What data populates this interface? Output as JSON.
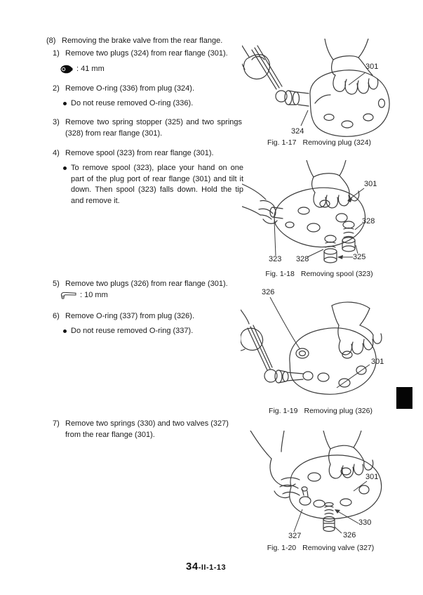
{
  "content": {
    "heading": {
      "num": "(8)",
      "text": "Removing the brake valve from the rear flange."
    },
    "steps": [
      {
        "num": "1)",
        "text": "Remove two plugs (324) from rear flange (301)."
      },
      {
        "num": "2)",
        "text": "Remove O-ring (336) from plug (324)."
      },
      {
        "num": "3)",
        "text": "Remove two spring stopper (325) and two springs (328) from rear flange (301)."
      },
      {
        "num": "4)",
        "text": "Remove spool (323) from rear flange (301)."
      },
      {
        "num": "5)",
        "text": "Remove two plugs (326) from rear flange (301)."
      },
      {
        "num": "6)",
        "text": "Remove O-ring (337) from plug (326)."
      },
      {
        "num": "7)",
        "text": "Remove two springs (330) and two valves (327) from the rear flange (301)."
      }
    ],
    "notes": [
      {
        "text": "Do not reuse removed O-ring (336)."
      },
      {
        "text": "To remove spool (323), place your hand on one part of the plug port of rear flange (301) and tilt it down. Then spool (323) falls down. Hold the tip and remove it."
      },
      {
        "text": "Do not reuse removed O-ring (337)."
      }
    ],
    "tools": [
      {
        "icon": "socket-wrench-icon",
        "text": ": 41 mm"
      },
      {
        "icon": "hex-key-icon",
        "text": ": 10 mm"
      }
    ]
  },
  "figures": [
    {
      "fig": "Fig. 1-17",
      "caption": "Removing plug (324)",
      "labels": [
        "301",
        "324"
      ]
    },
    {
      "fig": "Fig. 1-18",
      "caption": "Removing spool (323)",
      "labels": [
        "301",
        "328",
        "323",
        "328",
        "325"
      ]
    },
    {
      "fig": "Fig. 1-19",
      "caption": "Removing plug (326)",
      "labels": [
        "326",
        "301"
      ]
    },
    {
      "fig": "Fig. 1-20",
      "caption": "Removing valve (327)",
      "labels": [
        "301",
        "330",
        "326",
        "327"
      ]
    }
  ],
  "footer": {
    "num": "34",
    "section": "-II-1-13"
  }
}
